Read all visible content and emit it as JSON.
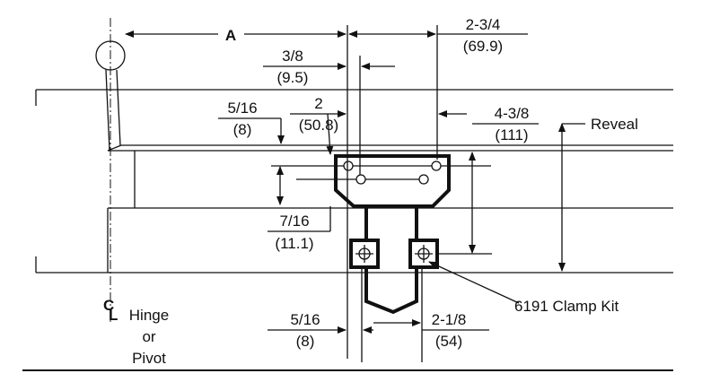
{
  "diagram": {
    "dimensions": {
      "a": "A",
      "d1_top": "2-3/4",
      "d1_bottom": "(69.9)",
      "d2_top": "3/8",
      "d2_bottom": "(9.5)",
      "d3_top": "5/16",
      "d3_bottom": "(8)",
      "d4_top": "2",
      "d4_bottom": "(50.8)",
      "d5_top": "4-3/8",
      "d5_bottom": "(111)",
      "d6_top": "7/16",
      "d6_bottom": "(11.1)",
      "d7_top": "5/16",
      "d7_bottom": "(8)",
      "d8_top": "2-1/8",
      "d8_bottom": "(54)"
    },
    "labels": {
      "reveal": "Reveal",
      "clamp_kit": "6191 Clamp Kit",
      "centerline_symbol": "C",
      "centerline_sub": "L",
      "hinge_line1": "Hinge",
      "hinge_line2": "or",
      "hinge_line3": "Pivot"
    }
  }
}
